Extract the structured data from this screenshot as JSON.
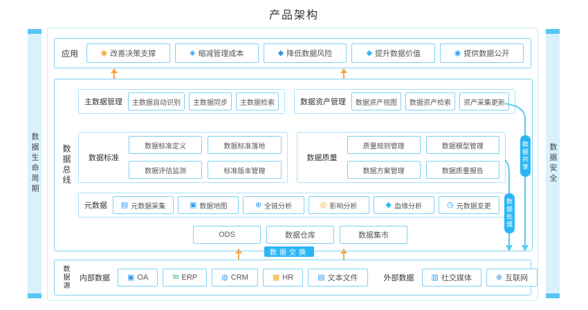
{
  "title": "产品架构",
  "colors": {
    "accent": "#29b6f6",
    "box_border": "#7ecff5",
    "group_border": "#abe1f8",
    "strip_bg": "#d9f1fd",
    "arrow_orange": "#f7a54a",
    "flow_cyan": "#5bc9f3"
  },
  "left_strip": {
    "label": "数据生命周期"
  },
  "right_strip": {
    "label": "数据安全"
  },
  "app": {
    "label": "应用",
    "items": [
      {
        "icon": "bulb-icon",
        "glyph": "◉",
        "label": "改善决策支撑"
      },
      {
        "icon": "cost-icon",
        "glyph": "◈",
        "label": "缩减管理成本"
      },
      {
        "icon": "shield-icon",
        "glyph": "◆",
        "label": "降低数据风险"
      },
      {
        "icon": "diamond-icon",
        "glyph": "◆",
        "label": "提升数据价值"
      },
      {
        "icon": "eye-icon",
        "glyph": "◉",
        "label": "提供数据公开"
      }
    ]
  },
  "bus": {
    "label": "数据总线",
    "row1": {
      "groups": [
        {
          "label": "主数据管理",
          "items": [
            "主数据自动识别",
            "主数据同步",
            "主数据检索"
          ]
        },
        {
          "label": "数据资产管理",
          "items": [
            "数据资产视图",
            "数据资产检索",
            "资产采集更新"
          ]
        }
      ]
    },
    "row2": {
      "groups": [
        {
          "label": "数据标准",
          "items": [
            "数据标准定义",
            "数据标准落地",
            "数据评估监测",
            "标准版本管理"
          ]
        },
        {
          "label": "数据质量",
          "items": [
            "质量规则管理",
            "数据模型管理",
            "数据方案管理",
            "数据质量报告"
          ]
        }
      ]
    },
    "row3": {
      "label": "元数据",
      "items": [
        {
          "icon": "collect-icon",
          "glyph": "▤",
          "label": "元数据采集"
        },
        {
          "icon": "map-icon",
          "glyph": "▣",
          "label": "数据地图"
        },
        {
          "icon": "link-icon",
          "glyph": "⊕",
          "label": "全链分析"
        },
        {
          "icon": "impact-icon",
          "glyph": "◎",
          "label": "影响分析"
        },
        {
          "icon": "lineage-icon",
          "glyph": "◆",
          "label": "血缘分析"
        },
        {
          "icon": "change-icon",
          "glyph": "◷",
          "label": "元数据变更"
        }
      ]
    },
    "row4": {
      "items": [
        "ODS",
        "数据仓库",
        "数据集市"
      ]
    }
  },
  "side": {
    "share": "数据共享",
    "process": "数据处理",
    "exchange": "数据交换"
  },
  "source": {
    "label": "数据源",
    "internal": {
      "label": "内部数据",
      "items": [
        {
          "icon": "oa-icon",
          "glyph": "▣",
          "label": "OA"
        },
        {
          "icon": "erp-icon",
          "glyph": "✉",
          "label": "ERP"
        },
        {
          "icon": "crm-icon",
          "glyph": "◍",
          "label": "CRM"
        },
        {
          "icon": "hr-icon",
          "glyph": "▦",
          "label": "HR"
        },
        {
          "icon": "textfile-icon",
          "glyph": "▤",
          "label": "文本文件"
        }
      ]
    },
    "external": {
      "label": "外部数据",
      "items": [
        {
          "icon": "social-icon",
          "glyph": "▥",
          "label": "社交媒体"
        },
        {
          "icon": "internet-icon",
          "glyph": "⊕",
          "label": "互联网"
        }
      ]
    }
  }
}
